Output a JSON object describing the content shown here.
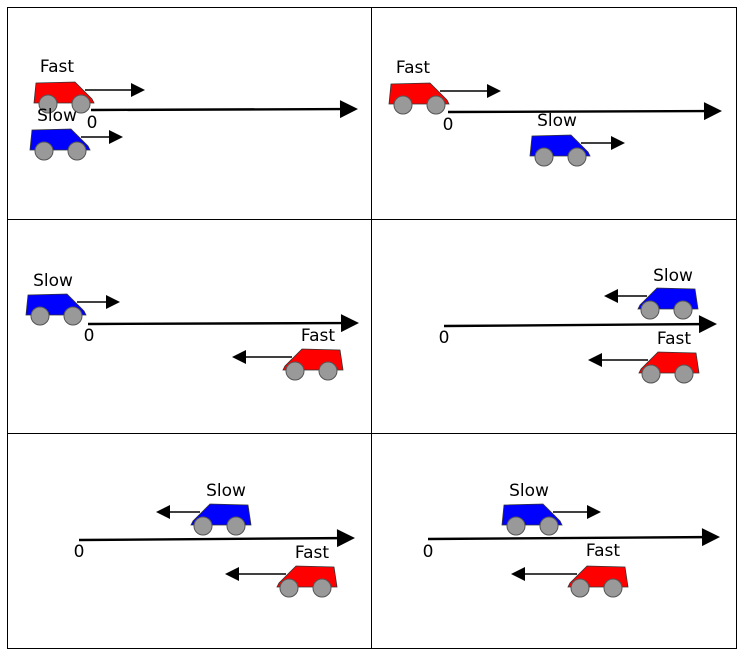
{
  "zero_label": "0",
  "colors": {
    "fast": "#ff0000",
    "slow": "#0000ff",
    "wheel": "#999999",
    "line": "#000000",
    "grid": "#000000"
  },
  "panels": [
    {
      "cars": [
        {
          "label": "Fast",
          "color_key": "fast",
          "direction": "right"
        },
        {
          "label": "Slow",
          "color_key": "slow",
          "direction": "right"
        }
      ]
    },
    {
      "cars": [
        {
          "label": "Fast",
          "color_key": "fast",
          "direction": "right"
        },
        {
          "label": "Slow",
          "color_key": "slow",
          "direction": "right"
        }
      ]
    },
    {
      "cars": [
        {
          "label": "Slow",
          "color_key": "slow",
          "direction": "right"
        },
        {
          "label": "Fast",
          "color_key": "fast",
          "direction": "left"
        }
      ]
    },
    {
      "cars": [
        {
          "label": "Slow",
          "color_key": "slow",
          "direction": "left"
        },
        {
          "label": "Fast",
          "color_key": "fast",
          "direction": "left"
        }
      ]
    },
    {
      "cars": [
        {
          "label": "Slow",
          "color_key": "slow",
          "direction": "left"
        },
        {
          "label": "Fast",
          "color_key": "fast",
          "direction": "left"
        }
      ]
    },
    {
      "cars": [
        {
          "label": "Slow",
          "color_key": "slow",
          "direction": "right"
        },
        {
          "label": "Fast",
          "color_key": "fast",
          "direction": "left"
        }
      ]
    }
  ]
}
